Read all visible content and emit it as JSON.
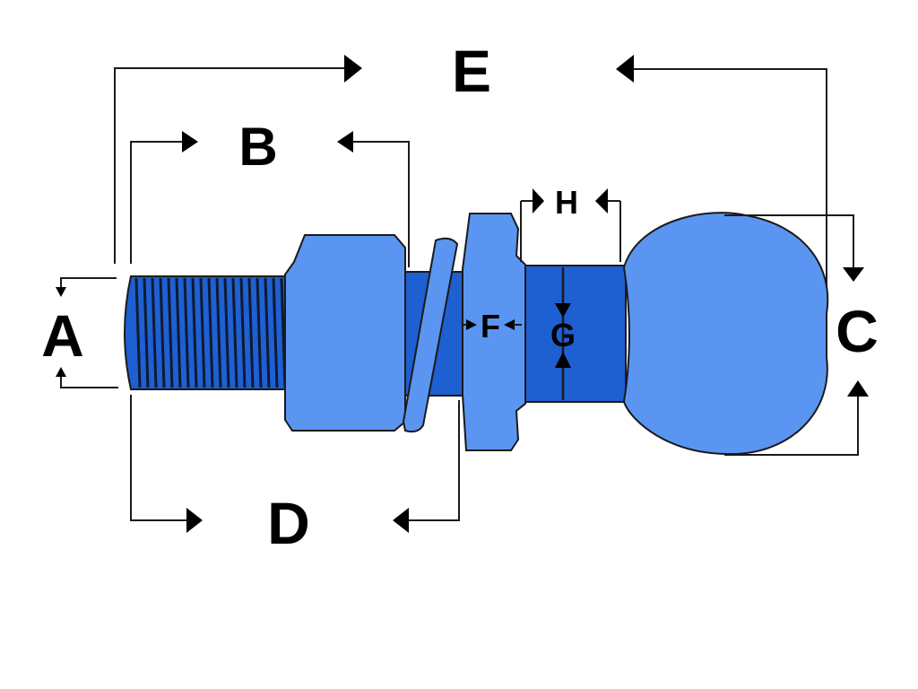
{
  "labels": {
    "A": "A",
    "B": "B",
    "C": "C",
    "D": "D",
    "E": "E",
    "F": "F",
    "G": "G",
    "H": "H"
  },
  "colors": {
    "light_blue": "#5b95f2",
    "dark_blue": "#1e5fd1",
    "outline": "#1a1a1a",
    "dimension_line": "#1a1a1a",
    "background": "#ffffff"
  }
}
